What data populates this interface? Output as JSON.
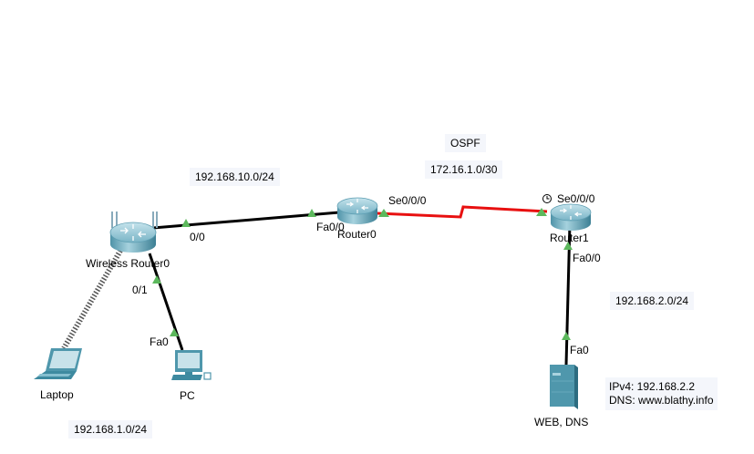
{
  "devices": {
    "wireless_router": {
      "label": "Wireless Router0"
    },
    "router0": {
      "label": "Router0"
    },
    "router1": {
      "label": "Router1"
    },
    "laptop": {
      "label": "Laptop"
    },
    "pc": {
      "label": "PC"
    },
    "server": {
      "label": "WEB, DNS"
    }
  },
  "ports": {
    "wr_0_0": "0/0",
    "wr_0_1": "0/1",
    "r0_fa0_0": "Fa0/0",
    "r0_se0_0_0": "Se0/0/0",
    "r1_se0_0_0": "Se0/0/0",
    "r1_fa0_0": "Fa0/0",
    "pc_fa0": "Fa0",
    "server_fa0": "Fa0"
  },
  "notes": {
    "net_10": "192.168.10.0/24",
    "ospf": "OSPF",
    "net_172": "172.16.1.0/30",
    "net_2": "192.168.2.0/24",
    "net_1": "192.168.1.0/24",
    "server_info": {
      "line1": "IPv4: 192.168.2.2",
      "line2": "DNS: www.blathy.info"
    }
  },
  "colors": {
    "ethernet_link": "#000000",
    "serial_link": "#e81010",
    "link_up": "#5cb85c",
    "device": "#4f97ac"
  }
}
